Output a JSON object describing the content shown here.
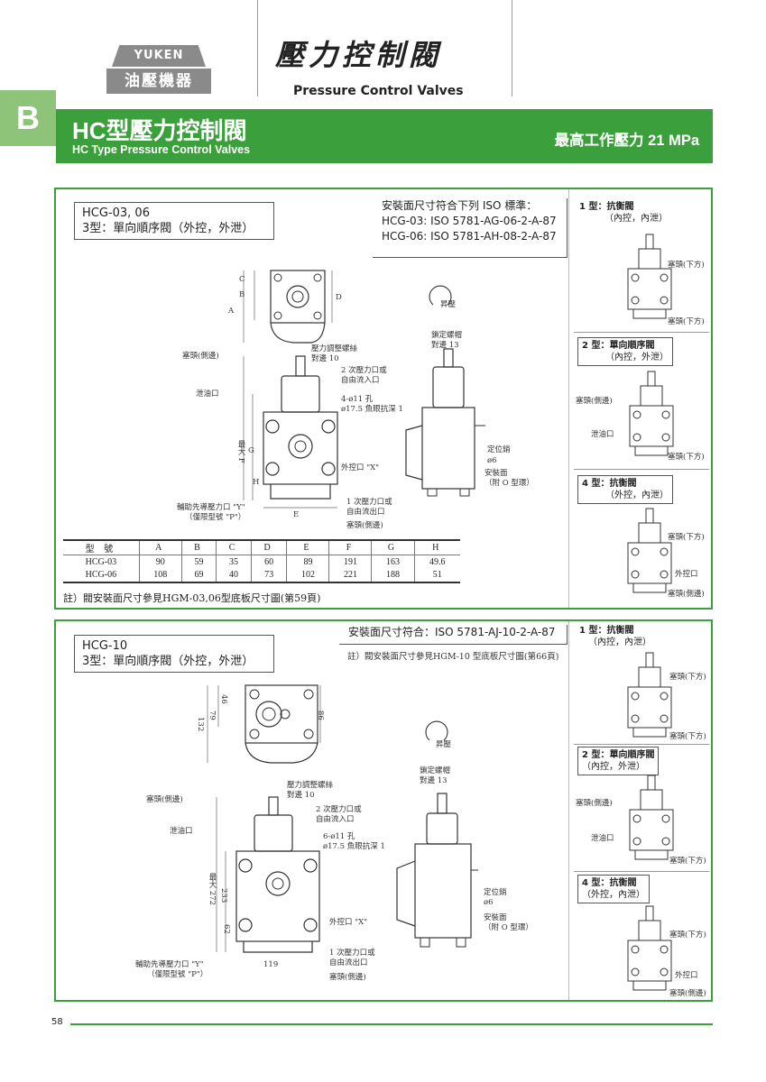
{
  "brand": {
    "logo_top": "YUKEN",
    "logo_bottom": "油壓機器"
  },
  "category": {
    "title_zh": "壓力控制閥",
    "title_en": "Pressure Control Valves"
  },
  "section": {
    "letter": "B",
    "title_zh": "HC型壓力控制閥",
    "title_en": "HC Type Pressure Control Valves",
    "max_pressure": "最高工作壓力  21 MPa"
  },
  "panel1": {
    "model": "HCG-03, 06",
    "type": "3型：單向順序閥（外控，外泄）",
    "iso_lines": [
      "安裝面尺寸符合下列 ISO 標準：",
      "HCG-03: ISO 5781-AG-06-2-A-87",
      "HCG-06: ISO 5781-AH-08-2-A-87"
    ],
    "labels": {
      "pressure_screw": "壓力調整螺絲",
      "across_flat_10": "對邊 10",
      "sec_port_1": "2 次壓力口或",
      "sec_port_2": "自由流入口",
      "hole_1": "4-ø11 孔",
      "hole_2": "ø17.5 魚眼抗深 1",
      "plug_side": "塞頭(側邊)",
      "drain": "泄油口",
      "ext_pilot": "外控口 \"X\"",
      "aux_pilot_1": "輔助先導壓力口 \"Y\"",
      "aux_pilot_2": "（僅限型號 \"P\"）",
      "pri_port_1": "1 次壓力口或",
      "pri_port_2": "自由流出口",
      "plug_side2": "塞頭(側邊)",
      "rotate": "昇壓",
      "lock_nut": "鎖定螺帽",
      "across_flat_13": "對邊 13",
      "locating_pin": "定位銷",
      "pin_dia": "ø6",
      "mount_face": "安裝面",
      "with_o_ring": "（附 O 型環）",
      "dim_A": "A",
      "dim_B": "B",
      "dim_C": "C",
      "dim_D": "D",
      "dim_E": "E",
      "dim_F": "最大 F",
      "dim_G": "G",
      "dim_H": "H"
    },
    "table": {
      "headers": [
        "型  號",
        "A",
        "B",
        "C",
        "D",
        "E",
        "F",
        "G",
        "H"
      ],
      "rows": [
        [
          "HCG-03",
          "90",
          "59",
          "35",
          "60",
          "89",
          "191",
          "163",
          "49.6"
        ],
        [
          "HCG-06",
          "108",
          "69",
          "40",
          "73",
          "102",
          "221",
          "188",
          "51"
        ]
      ]
    },
    "note": "註）閥安裝面尺寸參見HGM-03,06型底板尺寸圖(第59頁)"
  },
  "panel2": {
    "model": "HCG-10",
    "type": "3型：單向順序閥（外控，外泄）",
    "iso_line": "安裝面尺寸符合：ISO 5781-AJ-10-2-A-87",
    "note": "註）閥安裝面尺寸參見HGM-10 型底板尺寸圖(第66頁)",
    "dims": {
      "d132": "132",
      "d79": "79",
      "d46": "46",
      "d86": "86",
      "d272": "最大 272",
      "d233": "233",
      "d62": "62",
      "d119": "119"
    },
    "labels": {
      "pressure_screw": "壓力調整螺絲",
      "across_flat_10": "對邊 10",
      "sec_port_1": "2 次壓力口或",
      "sec_port_2": "自由流入口",
      "hole_1": "6-ø11 孔",
      "hole_2": "ø17.5 魚眼抗深 1",
      "plug_side": "塞頭(側邊)",
      "drain": "泄油口",
      "ext_pilot": "外控口 \"X\"",
      "aux_pilot_1": "輔助先導壓力口 \"Y\"",
      "aux_pilot_2": "（僅限型號 \"P\"）",
      "pri_port_1": "1 次壓力口或",
      "pri_port_2": "自由流出口",
      "plug_side2": "塞頭(側邊)",
      "rotate": "昇壓",
      "lock_nut": "鎖定螺帽",
      "across_flat_13": "對邊 13",
      "locating_pin": "定位銷",
      "pin_dia": "ø6",
      "mount_face": "安裝面",
      "with_o_ring": "（附 O 型環）"
    }
  },
  "types": {
    "t1_title": "1 型：抗衡閥",
    "t1_sub": "（內控，內泄）",
    "t2_title": "2 型：單向順序閥",
    "t2_sub": "（內控，外泄）",
    "t4_title": "4 型：抗衡閥",
    "t4_sub": "（外控，內泄）",
    "plug_bottom": "塞頭(下方)",
    "plug_side": "塞頭(側邊)",
    "drain": "泄油口",
    "ext_pilot": "外控口"
  },
  "page_number": "58"
}
